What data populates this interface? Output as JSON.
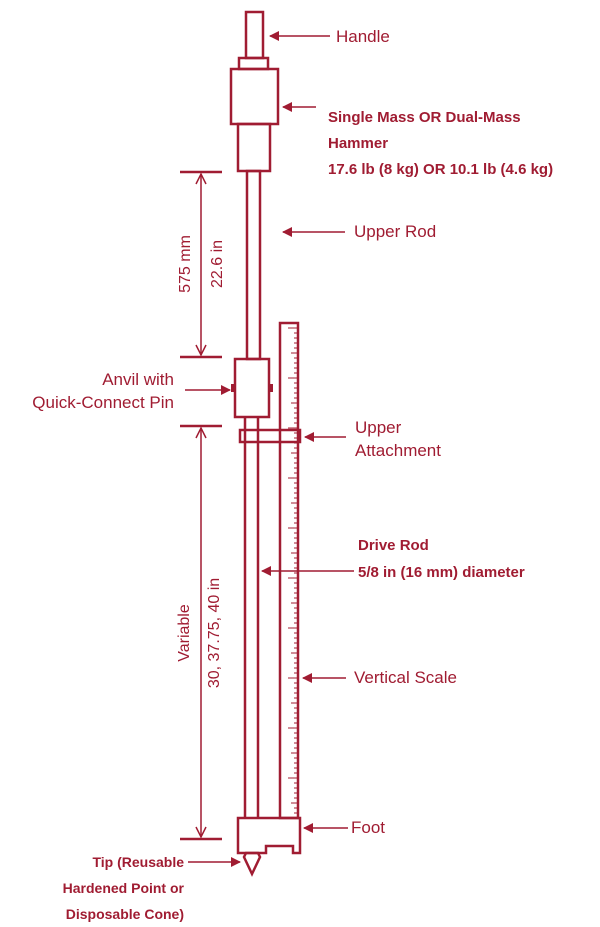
{
  "colors": {
    "primary": "#a01c32",
    "background": "#ffffff"
  },
  "labels": {
    "handle": "Handle",
    "hammer_line1": "Single Mass OR Dual-Mass",
    "hammer_line2": "Hammer",
    "hammer_line3": "17.6 lb (8 kg) OR 10.1 lb (4.6 kg)",
    "upper_rod": "Upper Rod",
    "anvil_line1": "Anvil with",
    "anvil_line2": "Quick-Connect Pin",
    "upper_attachment_line1": "Upper",
    "upper_attachment_line2": "Attachment",
    "drive_rod_line1": "Drive Rod",
    "drive_rod_line2": "5/8 in (16 mm) diameter",
    "vertical_scale": "Vertical Scale",
    "foot": "Foot",
    "tip_line1": "Tip (Reusable",
    "tip_line2": "Hardened Point or",
    "tip_line3": "Disposable Cone)"
  },
  "dimensions": {
    "upper_metric": "575 mm",
    "upper_imperial": "22.6 in",
    "lower_label": "Variable",
    "lower_imperial": "30, 37.75, 40 in"
  }
}
